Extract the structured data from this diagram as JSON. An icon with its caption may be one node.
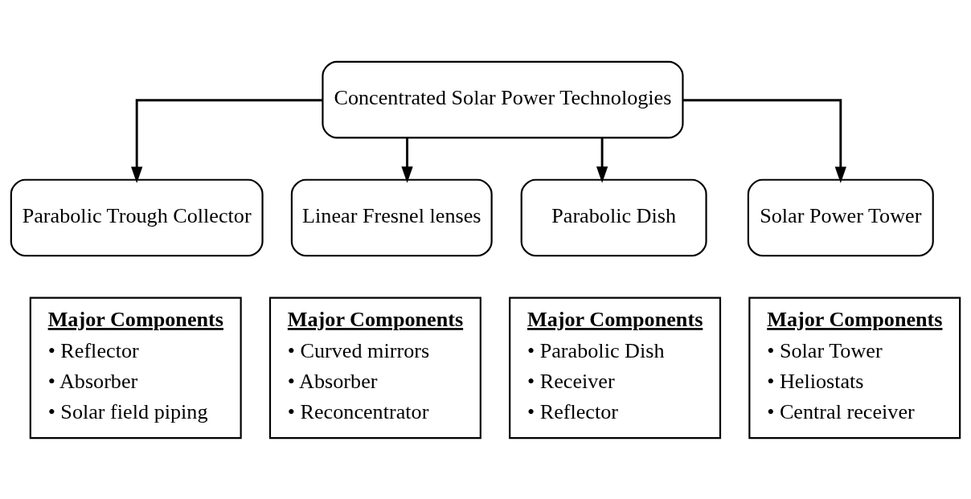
{
  "diagram": {
    "nodes": [
      {
        "text": [
          "Concentrated Solar Power Technologies"
        ]
      },
      {
        "text": [
          "Parabolic Trough Collector"
        ]
      },
      {
        "text": [
          "Linear Fresnel lenses"
        ]
      },
      {
        "text": [
          "Parabolic Dish"
        ]
      },
      {
        "text": [
          "Solar Power Tower"
        ]
      },
      {
        "text": [
          "Major Components",
          "• Reflector",
          "• Absorber",
          "• Solar field piping"
        ]
      },
      {
        "text": [
          "Major Components",
          "• Curved mirrors",
          "• Absorber",
          "• Reconcentrator"
        ]
      },
      {
        "text": [
          "Major Components",
          "• Parabolic Dish",
          "• Receiver",
          "• Reflector"
        ]
      },
      {
        "text": [
          "Major Components",
          "• Solar Tower",
          "• Heliostats",
          "• Central receiver"
        ]
      }
    ],
    "edges": [
      {
        "from": 0,
        "to": 1,
        "arrow": "to"
      },
      {
        "from": 0,
        "to": 2,
        "arrow": "to"
      },
      {
        "from": 0,
        "to": 3,
        "arrow": "to"
      },
      {
        "from": 0,
        "to": 4,
        "arrow": "to"
      }
    ]
  }
}
